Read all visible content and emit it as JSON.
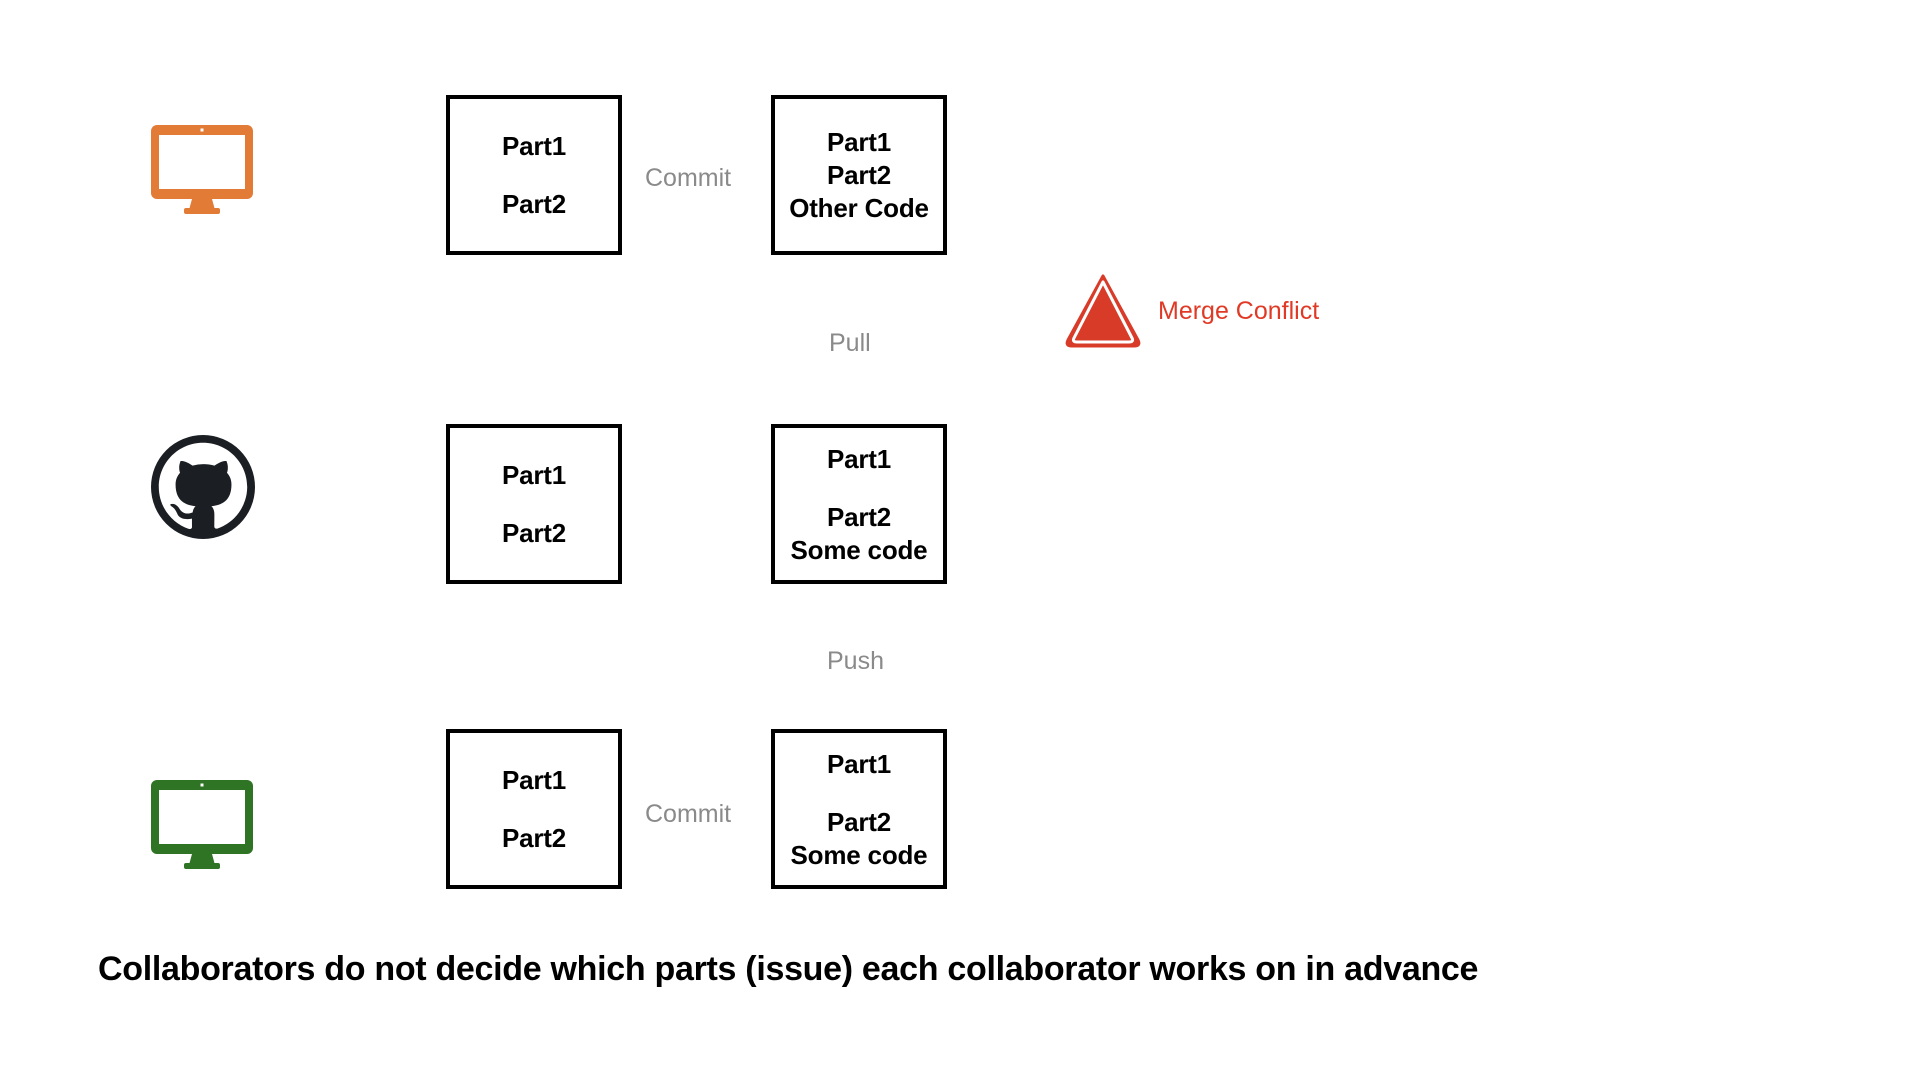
{
  "diagram": {
    "title_caption": "Collaborators do not decide which parts (issue) each collaborator works on in advance",
    "colors": {
      "developer_a": "#E27B36",
      "developer_b": "#2F7324",
      "remote": "#1B1F23",
      "conflict": "#D93B29",
      "conflict_text": "#E03A26",
      "action_label": "#8A8A8A",
      "box_border": "#000000",
      "background": "#FFFFFF"
    },
    "rows": [
      {
        "id": "developer-a",
        "icon": "monitor-icon",
        "icon_color": "#E27B36",
        "before_box": {
          "lines": [
            "Part1",
            "Part2"
          ]
        },
        "action": "Commit",
        "after_box": {
          "lines": [
            "Part1",
            "Part2",
            "Other Code"
          ]
        }
      },
      {
        "id": "remote-repository",
        "icon": "github-icon",
        "icon_color": "#1B1F23",
        "before_box": {
          "lines": [
            "Part1",
            "Part2"
          ]
        },
        "action": "",
        "after_box": {
          "lines": [
            "Part1",
            "Part2",
            "Some code"
          ]
        }
      },
      {
        "id": "developer-b",
        "icon": "monitor-icon",
        "icon_color": "#2F7324",
        "before_box": {
          "lines": [
            "Part1",
            "Part2"
          ]
        },
        "action": "Commit",
        "after_box": {
          "lines": [
            "Part1",
            "Part2",
            "Some code"
          ]
        }
      }
    ],
    "flow_labels": {
      "pull": "Pull",
      "push": "Push"
    },
    "conflict": {
      "label": "Merge Conflict",
      "icon": "warning-triangle-icon"
    }
  }
}
